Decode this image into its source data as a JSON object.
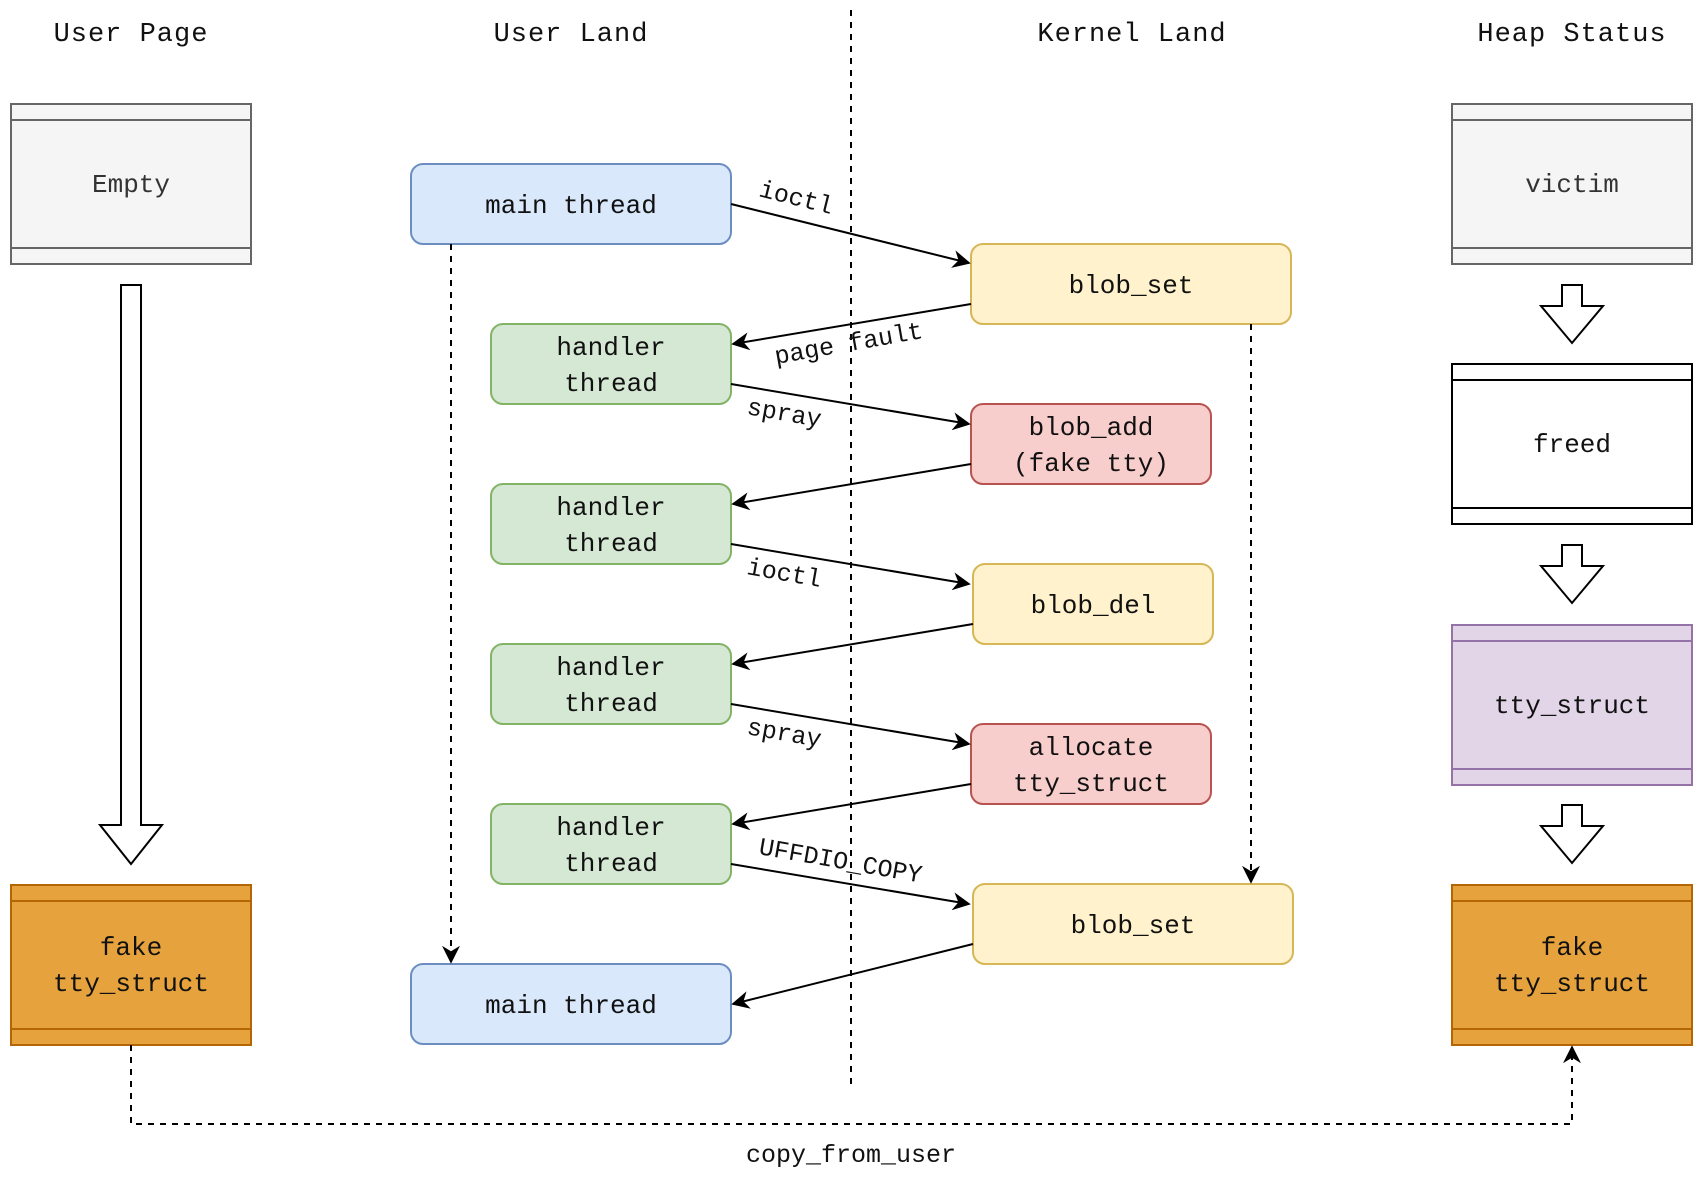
{
  "colors": {
    "user_thread_fill": "#dae8fc",
    "user_thread_stroke": "#6c8ebf",
    "handler_fill": "#d5e8d4",
    "handler_stroke": "#82b366",
    "kernel_fill": "#fff2cc",
    "kernel_stroke": "#d6b656",
    "alloc_fill": "#f8cecc",
    "alloc_stroke": "#b85450",
    "empty_fill": "#f5f5f5",
    "empty_stroke": "#666666",
    "tty_fill": "#e1d5e7",
    "tty_stroke": "#9673a6",
    "fake_fill": "#e6a23c",
    "fake_stroke": "#b46504"
  },
  "columns": {
    "user_page": "User Page",
    "user_land": "User Land",
    "kernel_land": "Kernel Land",
    "heap_status": "Heap Status"
  },
  "user_page": {
    "empty": "Empty",
    "fake_line1": "fake",
    "fake_line2": "tty_struct"
  },
  "heap": {
    "victim": "victim",
    "freed": "freed",
    "tty": "tty_struct",
    "fake_line1": "fake",
    "fake_line2": "tty_struct"
  },
  "user_land": {
    "main_thread_top": "main thread",
    "handlers": [
      {
        "line1": "handler",
        "line2": "thread"
      },
      {
        "line1": "handler",
        "line2": "thread"
      },
      {
        "line1": "handler",
        "line2": "thread"
      },
      {
        "line1": "handler",
        "line2": "thread"
      }
    ],
    "main_thread_bottom": "main thread"
  },
  "kernel_land": {
    "blob_set_top": "blob_set",
    "blob_add_line1": "blob_add",
    "blob_add_line2": "(fake tty)",
    "blob_del": "blob_del",
    "allocate_line1": "allocate",
    "allocate_line2": "tty_struct",
    "blob_set_bottom": "blob_set"
  },
  "edges": {
    "ioctl_1": "ioctl",
    "page_fault": "page fault",
    "spray_1": "spray",
    "ioctl_2": "ioctl",
    "spray_2": "spray",
    "uffdio_copy": "UFFDIO_COPY",
    "copy_from_user": "copy_from_user"
  }
}
